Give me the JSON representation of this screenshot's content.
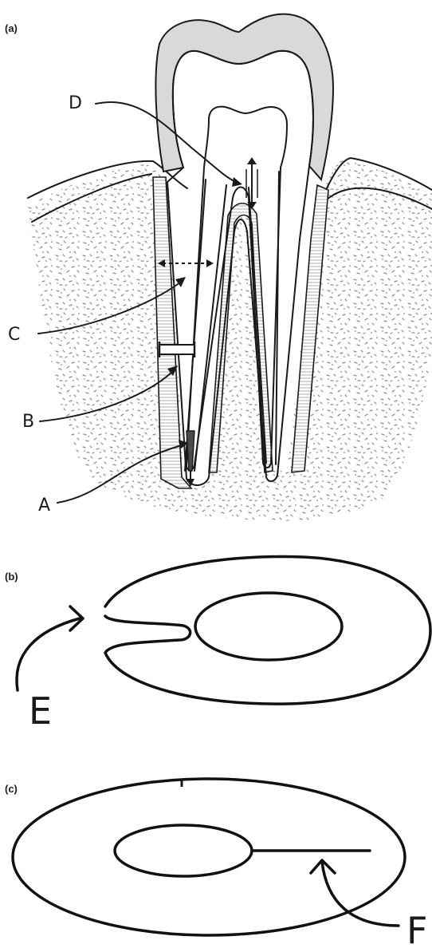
{
  "panels": {
    "a": {
      "label": "(a)"
    },
    "b": {
      "label": "(b)"
    },
    "c": {
      "label": "(c)"
    }
  },
  "callouts": {
    "A": "A",
    "B": "B",
    "C": "C",
    "D": "D",
    "E": "E",
    "F": "F"
  },
  "colors": {
    "ink": "#1a1a1a",
    "enamel": "#d9d9d9",
    "bone_speckle": "#8a8a8a",
    "background": "#ffffff"
  }
}
